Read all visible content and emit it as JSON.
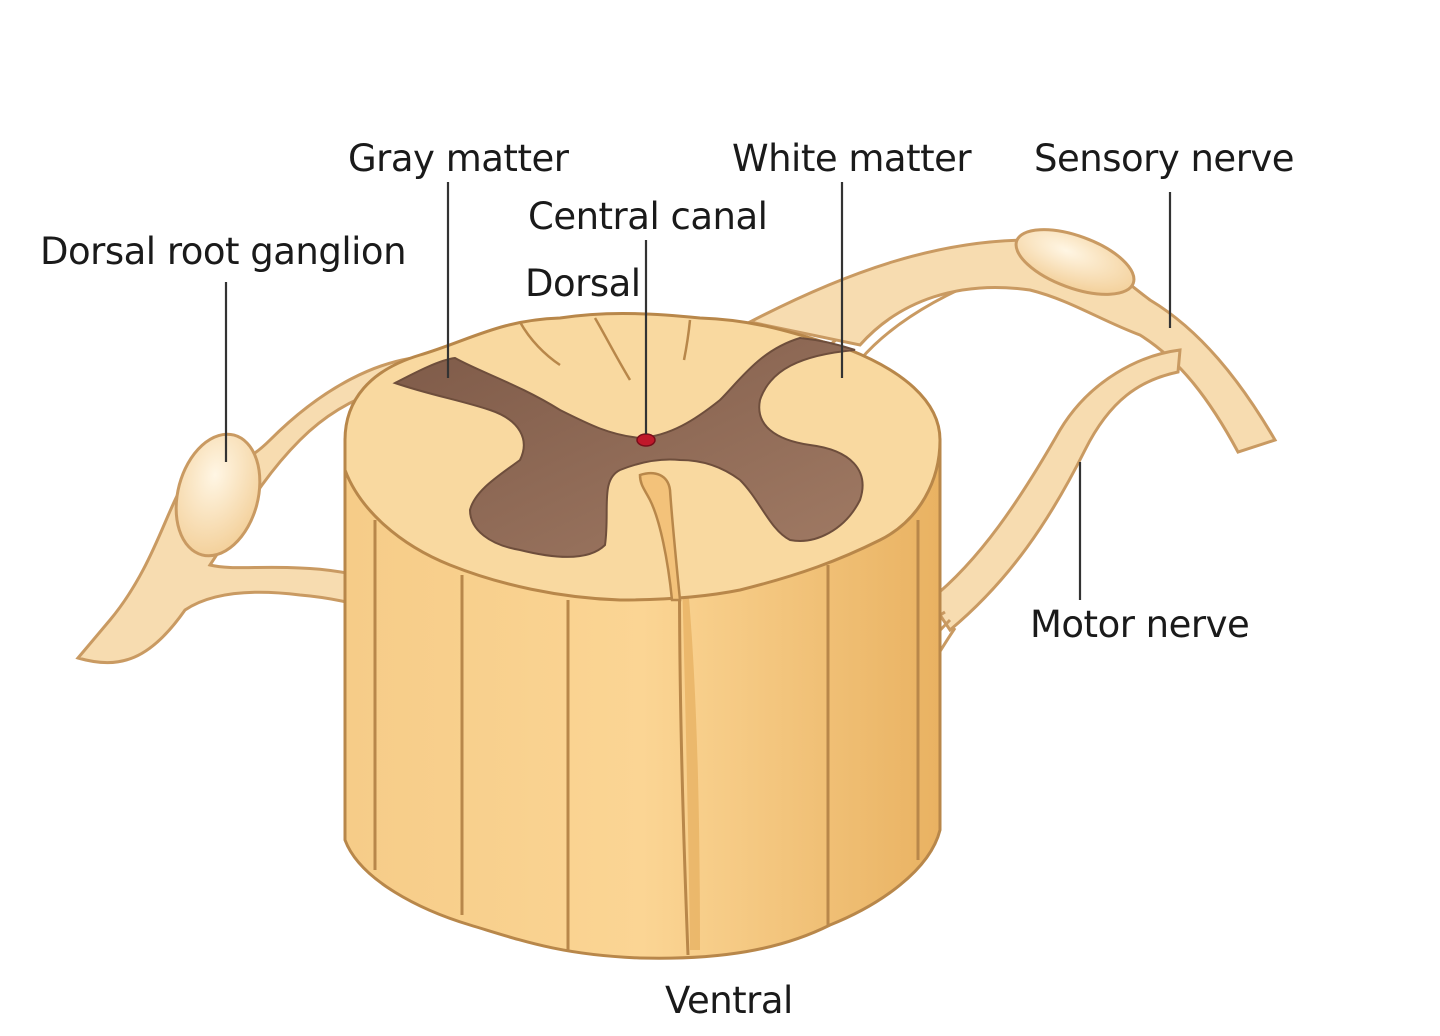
{
  "labels": {
    "gray_matter": "Gray matter",
    "white_matter": "White matter",
    "sensory_nerve": "Sensory nerve",
    "central_canal": "Central canal",
    "dorsal_root_ganglion": "Dorsal root ganglion",
    "dorsal": "Dorsal",
    "motor_nerve": "Motor nerve",
    "ventral": "Ventral"
  },
  "colors": {
    "white_matter_fill": "#f9d9a0",
    "column_fill": "#f3c27a",
    "column_shade": "#e2a957",
    "gray_matter_fill": "#8a6552",
    "nerve_fill": "#f7dcb0",
    "nerve_stroke": "#c99a62",
    "central_canal": "#c0182a",
    "outline": "#b8874a",
    "leader_line": "#333333"
  }
}
